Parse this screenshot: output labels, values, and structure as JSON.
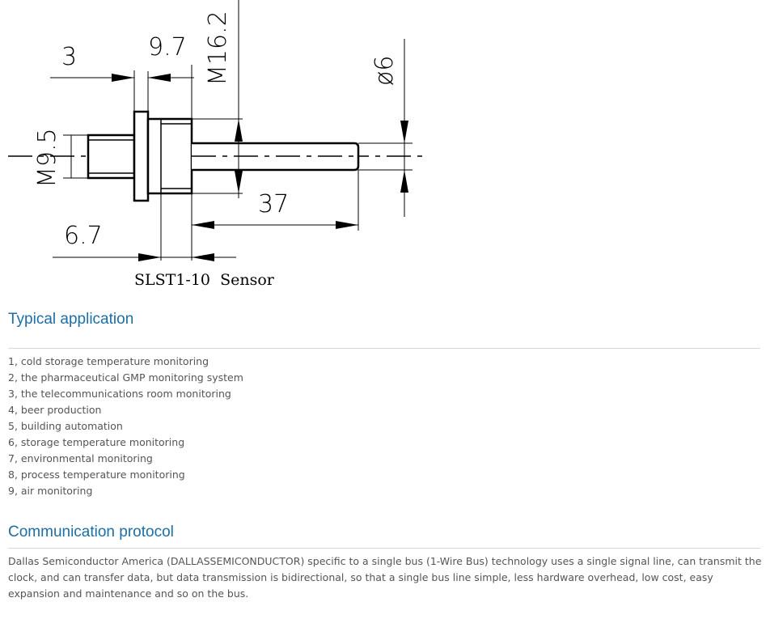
{
  "drawing": {
    "dimensions": {
      "d3": "3",
      "d97": "9.7",
      "m162": "M16.2",
      "phi6": "ø6",
      "m95": "M9.5",
      "d37": "37",
      "d67": "6.7"
    },
    "caption": "SLST1-10  Sensor"
  },
  "typical_application": {
    "title": "Typical application",
    "items": [
      "1, cold storage temperature monitoring",
      "2, the pharmaceutical GMP monitoring system",
      "3, the telecommunications room monitoring",
      "4, beer production",
      "5, building automation",
      "6, storage temperature monitoring",
      "7, environmental monitoring",
      "8, process temperature monitoring",
      "9, air monitoring"
    ]
  },
  "communication_protocol": {
    "title": "Communication protocol",
    "text": "Dallas Semiconductor America (DALLASSEMICONDUCTOR) specific to a single bus (1-Wire Bus) technology uses a single signal line, can transmit the clock, and can transfer data, but data transmission is bidirectional, so that a single bus line simple, less hardware overhead, low cost, easy expansion and maintenance and so on the bus."
  }
}
